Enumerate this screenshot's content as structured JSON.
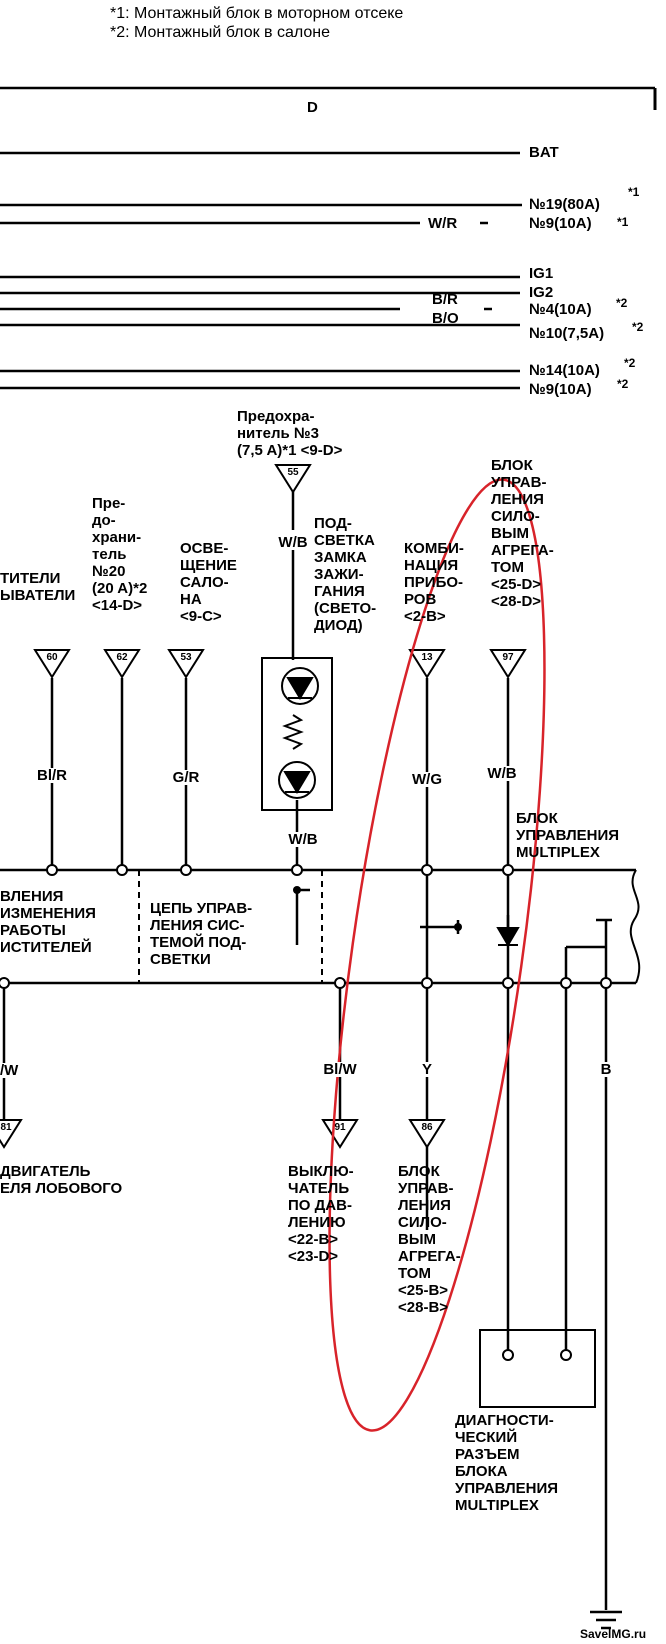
{
  "notes": {
    "note1": "*1: Монтажный блок в моторном отсеке",
    "note2": "*2: Монтажный блок в салоне"
  },
  "block_letter": "D",
  "power": {
    "bat": "BAT",
    "fuse19": "№19(80A)",
    "fuse19_sup": "*1",
    "fuse9a": "№9(10A)",
    "fuse9a_sup": "*1",
    "wr": "W/R",
    "ig1": "IG1",
    "ig2": "IG2",
    "br": "B/R",
    "bo": "B/O",
    "fuse4": "№4(10A)",
    "fuse4_sup": "*2",
    "fuse10": "№10(7,5A)",
    "fuse10_sup": "*2",
    "fuse14": "№14(10A)",
    "fuse14_sup": "*2",
    "fuse9b": "№9(10A)",
    "fuse9b_sup": "*2"
  },
  "fuse3": [
    "Предохра-",
    "нитель №3",
    "(7,5 A)*1 <9-D>"
  ],
  "components_top": {
    "wipers": [
      "ТИТЕЛИ",
      "ЫВАТЕЛИ"
    ],
    "fuse20": [
      "Пре-",
      "до-",
      "храни-",
      "тель",
      "№20",
      "(20 A)*2",
      "<14-D>"
    ],
    "interior_light": [
      "ОСВЕ-",
      "ЩЕНИЕ",
      "САЛО-",
      "НА",
      "<9-C>"
    ],
    "key_light": [
      "ПОД-",
      "СВЕТКА",
      "ЗАМКА",
      "ЗАЖИ-",
      "ГАНИЯ",
      "(СВЕТО-",
      "ДИОД)"
    ],
    "combination": [
      "КОМБИ-",
      "НАЦИЯ",
      "ПРИБО-",
      "РОВ",
      "<2-B>"
    ],
    "pcm_top": [
      "БЛОК",
      "УПРАВ-",
      "ЛЕНИЯ",
      "СИЛО-",
      "ВЫМ",
      "АГРЕГА-",
      "ТОМ",
      "<25-D>",
      "<28-D>"
    ]
  },
  "terminals": {
    "t55": "55",
    "t60": "60",
    "t62": "62",
    "t53": "53",
    "t13": "13",
    "t97": "97",
    "t81": "81",
    "t91": "91",
    "t86": "86"
  },
  "wire_colors": {
    "wb1": "W/B",
    "blr": "Bl/R",
    "gr": "G/R",
    "wg": "W/G",
    "wb2": "W/B",
    "wb3": "W/B",
    "ww": "/W",
    "blw": "Bl/W",
    "y": "Y",
    "b": "B"
  },
  "multiplex_label": [
    "БЛОК",
    "УПРАВЛЕНИЯ",
    "MULTIPLEX"
  ],
  "box_left_text": [
    "ВЛЕНИЯ",
    "ИЗМЕНЕНИЯ",
    "РАБОТЫ",
    "ИСТИТЕЛЕЙ"
  ],
  "box_mid_text": [
    "ЦЕПЬ УПРАВ-",
    "ЛЕНИЯ СИС-",
    "ТЕМОЙ ПОД-",
    "СВЕТКИ"
  ],
  "components_bottom": {
    "motor": [
      "ДВИГАТЕЛЬ",
      "ЕЛЯ ЛОБОВОГО"
    ],
    "pressure": [
      "ВЫКЛЮ-",
      "ЧАТЕЛЬ",
      "ПО ДАВ-",
      "ЛЕНИЮ",
      "<22-B>",
      "<23-D>"
    ],
    "pcm_bottom": [
      "БЛОК",
      "УПРАВ-",
      "ЛЕНИЯ",
      "СИЛО-",
      "ВЫМ",
      "АГРЕГА-",
      "ТОМ",
      "<25-B>",
      "<28-B>"
    ],
    "diag": [
      "ДИАГНОСТИ-",
      "ЧЕСКИЙ",
      "РАЗЪЕМ",
      "БЛОКА",
      "УПРАВЛЕНИЯ",
      "MULTIPLEX"
    ]
  },
  "watermark": "SavelMG.ru",
  "colors": {
    "ink": "#000000",
    "highlight": "#d8232a"
  }
}
